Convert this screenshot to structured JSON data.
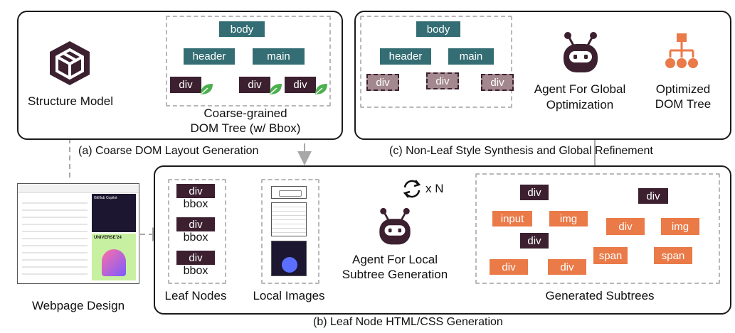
{
  "panel_a": {
    "caption": "(a) Coarse DOM Layout Generation",
    "structure_model_label": "Structure Model",
    "tree_caption_line1": "Coarse-grained",
    "tree_caption_line2": "DOM Tree (w/ Bbox)",
    "nodes": {
      "body": "body",
      "header": "header",
      "main": "main",
      "div1": "div",
      "div2": "div",
      "div3": "div"
    }
  },
  "panel_b": {
    "caption": "(b) Leaf Node HTML/CSS Generation",
    "leaf_nodes_label": "Leaf Nodes",
    "local_images_label": "Local Images",
    "agent_label_line1": "Agent For Local",
    "agent_label_line2": "Subtree Generation",
    "iterations": "x N",
    "generated_label": "Generated Subtrees",
    "leaf_items": [
      {
        "tag": "div",
        "bbox": "bbox"
      },
      {
        "tag": "div",
        "bbox": "bbox"
      },
      {
        "tag": "div",
        "bbox": "bbox"
      }
    ],
    "subtree1": {
      "root": "div",
      "child1": "input",
      "child2": "img"
    },
    "subtree2": {
      "root": "div",
      "child1": "div",
      "child2": "div"
    },
    "subtree3": {
      "root": "div",
      "child1": "div",
      "child2": "img",
      "grandchild1": "span",
      "grandchild2": "span"
    }
  },
  "panel_c": {
    "caption": "(c) Non-Leaf Style Synthesis and Global Refinement",
    "agent_label_line1": "Agent For Global",
    "agent_label_line2": "Optimization",
    "optimized_line1": "Optimized",
    "optimized_line2": "DOM Tree",
    "nodes": {
      "body": "body",
      "header": "header",
      "main": "main",
      "div1": "div",
      "div2": "div",
      "div3": "div"
    }
  },
  "webpage_design_label": "Webpage Design",
  "thumbnail": {
    "copilot_title": "GitHub Copilot",
    "universe_title": "UNIVERSE'24"
  },
  "colors": {
    "teal": "#346e74",
    "dark": "#3c2030",
    "orange": "#ea7a48",
    "arrow": "#a8a8a8",
    "leaf": "#4caf50"
  }
}
